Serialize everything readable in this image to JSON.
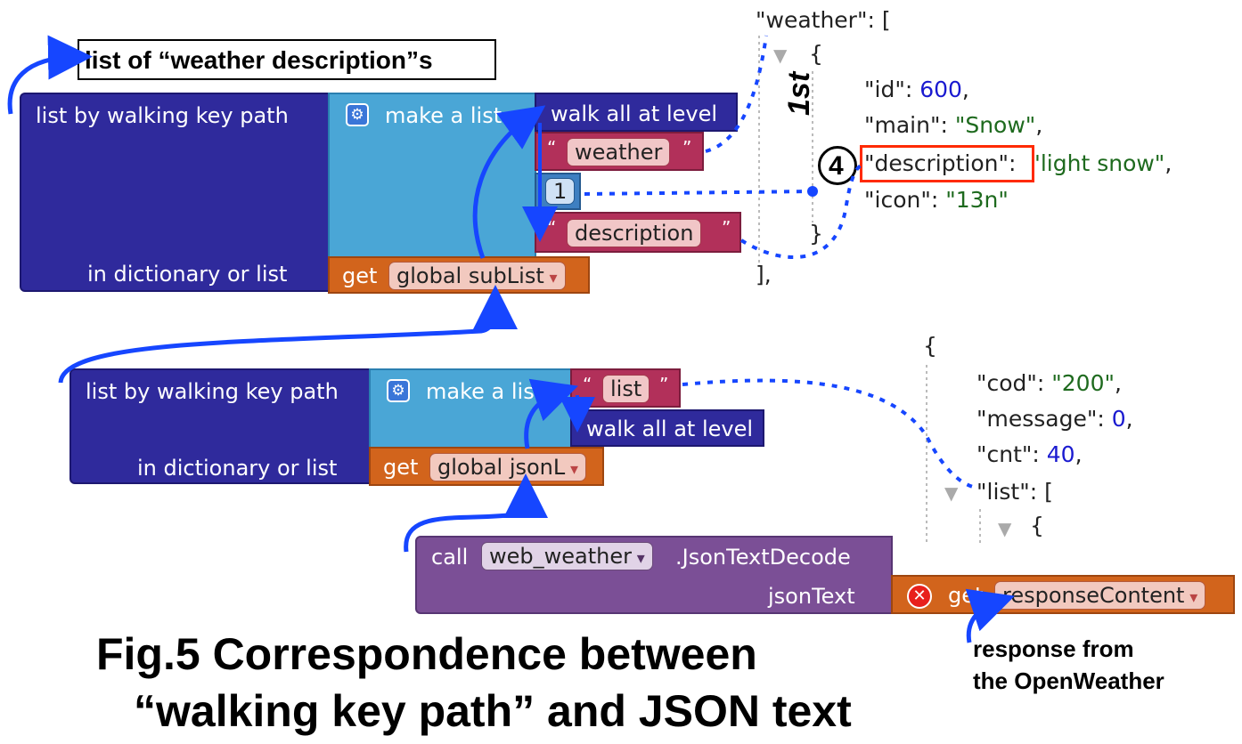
{
  "labels": {
    "top_note": "list of “weather description”s",
    "response_note_line1": "response from",
    "response_note_line2": "the OpenWeather",
    "caption_line1": "Fig.5 Correspondence between",
    "caption_line2": "“walking key path” and JSON text",
    "first_marker": "1st",
    "circled_number": "4"
  },
  "block1": {
    "main_label": "list by walking key path",
    "in_label": "in dictionary or list",
    "make_list": "make a list",
    "walk_all": "walk all at level",
    "key_weather": "weather",
    "index_value": "1",
    "key_description": "description",
    "get_label": "get",
    "get_var": "global subList"
  },
  "block2": {
    "main_label": "list by walking key path",
    "in_label": "in dictionary or list",
    "make_list": "make a list",
    "key_list": "list",
    "walk_all": "walk all at level",
    "get_label": "get",
    "get_var": "global jsonL"
  },
  "block3": {
    "call_label": "call",
    "component": "web_weather",
    "method": ".JsonTextDecode",
    "param": "jsonText",
    "get_label": "get",
    "get_var": "responseContent"
  },
  "json1": {
    "weather_key": "\"weather\": [",
    "open_brace": "{",
    "id_key": "\"id\": ",
    "id_val": "600",
    "main_key": "\"main\": ",
    "main_val": "\"Snow\"",
    "desc_key": "\"description\":",
    "desc_val": "\"light snow\"",
    "icon_key": "\"icon\": ",
    "icon_val": "\"13n\"",
    "close_brace": "}",
    "close_bracket": "],"
  },
  "json2": {
    "open_brace": "{",
    "cod_key": "\"cod\": ",
    "cod_val": "\"200\"",
    "message_key": "\"message\": ",
    "message_val": "0",
    "cnt_key": "\"cnt\": ",
    "cnt_val": "40",
    "list_key": "\"list\": [",
    "inner_brace": "{"
  },
  "colors": {
    "list_block": "#2f2a9c",
    "make_list_block": "#4aa6d6",
    "text_block": "#b2305a",
    "number_block": "#3e7fc1",
    "get_block": "#d2641c",
    "call_block": "#7b4f96",
    "arrow": "#1646ff",
    "highlight": "#ff2a00"
  }
}
